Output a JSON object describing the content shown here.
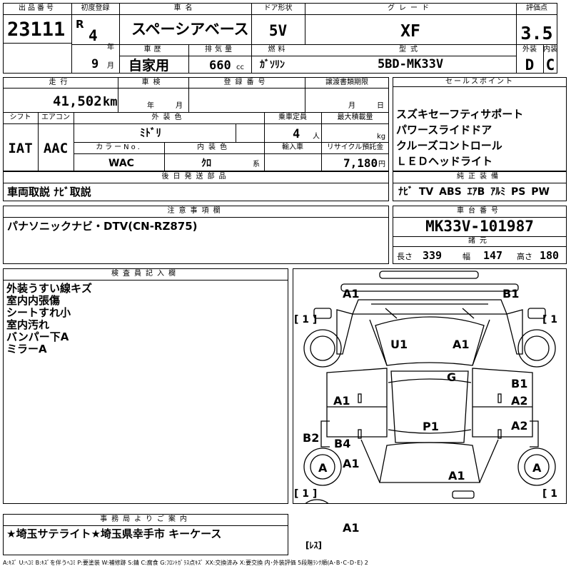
{
  "header": {
    "lot_label": "出品番号",
    "lot_value": "23111",
    "reg_label": "初度登録",
    "era": "R",
    "year": "4",
    "year_unit": "年",
    "month": "9",
    "month_unit": "月",
    "car_name_label": "車名",
    "car_name": "スペーシアベース",
    "door_label": "ドア形状",
    "door": "5V",
    "grade_label": "グレード",
    "grade": "XF",
    "score_label": "評価点",
    "score": "3.5",
    "history_label": "車歴",
    "history": "自家用",
    "displacement_label": "排気量",
    "displacement": "660",
    "displacement_unit": "cc",
    "fuel_label": "燃料",
    "fuel": "ｶﾞｿﾘﾝ",
    "model_label": "型式",
    "model": "5BD-MK33V",
    "exterior_label": "外装",
    "exterior_grade": "D",
    "interior_label": "内装",
    "interior_grade": "C"
  },
  "row2": {
    "mileage_label": "走行",
    "mileage": "41,502",
    "mileage_unit": "km",
    "inspection_label": "車検",
    "inspection_year_unit": "年",
    "inspection_month_unit": "月",
    "reg_no_label": "登録番号",
    "transfer_label": "譲渡書類期限",
    "transfer_month_unit": "月",
    "transfer_day_unit": "日",
    "shift_label": "シフト",
    "shift": "IAT",
    "ac_label": "エアコン",
    "ac": "AAC",
    "color_label": "外装色",
    "color": "ﾐﾄﾞﾘ",
    "capacity_label": "乗車定員",
    "capacity": "4",
    "capacity_unit": "人",
    "load_label": "最大積載量",
    "load_unit": "kg",
    "color_no_label": "カラーNo.",
    "color_no": "WAC",
    "interior_color_label": "内装色",
    "interior_color": "ｸﾛ",
    "interior_color_unit": "系",
    "import_label": "輸入車",
    "recycle_label": "リサイクル預託金",
    "recycle": "7,180",
    "recycle_unit": "円"
  },
  "sales": {
    "label": "セールスポイント",
    "lines": [
      "スズキセーフティサポート",
      "パワースライドドア",
      "クルーズコントロール",
      "ＬＥＤヘッドライト"
    ]
  },
  "later_parts": {
    "label": "後日発送部品",
    "value": "車両取説 ﾅﾋﾞ取説"
  },
  "equipment": {
    "label": "純正装備",
    "value": "ﾅﾋﾞ TV ABS ｴｱB ｱﾙﾐ PS PW"
  },
  "notes": {
    "label": "注意事項欄",
    "value": "パナソニックナビ・DTV(CN-RZ875)"
  },
  "chassis": {
    "label": "車台番号",
    "value": "MK33V-101987",
    "dims_label": "諸元",
    "length_label": "長さ",
    "length": "339",
    "width_label": "幅",
    "width": "147",
    "height_label": "高さ",
    "height": "180"
  },
  "inspector": {
    "label": "検査員記入欄",
    "lines": [
      "外装うすい線キズ",
      "室内内張傷",
      "シートすれ小",
      "室内汚れ",
      "バンパー下A",
      "ミラーA"
    ]
  },
  "diagram": {
    "marks": [
      "A1",
      "B1",
      "U1",
      "A1",
      "G",
      "A1",
      "B1",
      "A2",
      "A2",
      "P1",
      "B2",
      "B4",
      "A1",
      "A1",
      "A1",
      "A",
      "A"
    ],
    "bracket_1": "[ 1 ]",
    "bracket_2": "[ 1",
    "bracket_3": "[ 1 ]",
    "bracket_4": "[ 1",
    "spare": "[ﾚｽ]"
  },
  "office": {
    "label": "事務局よりご案内",
    "value": "★埼玉サテライト★埼玉県幸手市 キーケース"
  },
  "legend": "A:ｷｽﾞ U:ﾍｺﾐ B:ｷｽﾞを伴うﾍｺﾐ P:要塗装 W:補修跡 S:錆 C:腐食 G:ﾌﾛﾝﾄｶﾞﾗｽ点ｷｽﾞ XX:交換済み X:要交換 内･外装評価 5段階ﾗﾝｸ順(A･B･C･D･E) 2"
}
